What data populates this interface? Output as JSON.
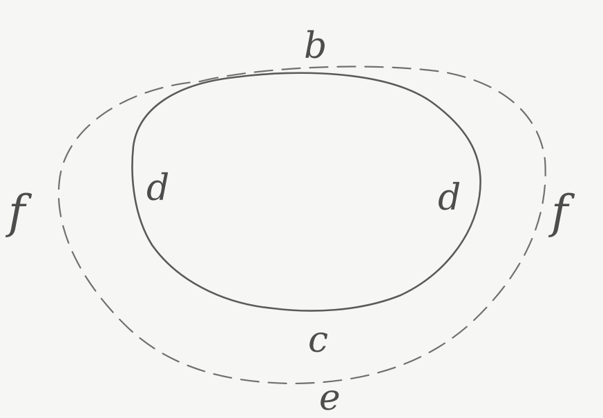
{
  "diagram": {
    "labels": {
      "top": "b",
      "bottom_inner": "c",
      "left_inner": "d",
      "right_inner": "d",
      "bottom_outer": "e",
      "left_outer": "f",
      "right_outer": "f"
    },
    "colors": {
      "background": "#f6f6f4",
      "solid_stroke": "#5a5a5a",
      "dashed_stroke": "#6f6f6f",
      "label": "#4d4d4d"
    },
    "curves": [
      {
        "name": "inner-outline",
        "style": "solid"
      },
      {
        "name": "outer-outline",
        "style": "dashed"
      }
    ]
  }
}
